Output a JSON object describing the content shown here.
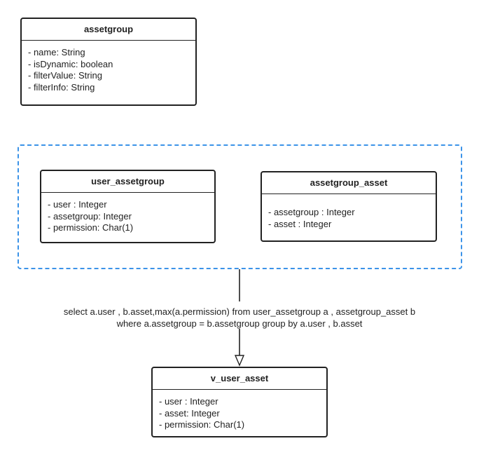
{
  "classes": {
    "assetgroup": {
      "title": "assetgroup",
      "attributes": [
        "- name: String",
        "- isDynamic: boolean",
        "- filterValue: String",
        "- filterInfo: String"
      ]
    },
    "user_assetgroup": {
      "title": "user_assetgroup",
      "attributes": [
        "- user : Integer",
        "- assetgroup: Integer",
        "- permission: Char(1)"
      ]
    },
    "assetgroup_asset": {
      "title": "assetgroup_asset",
      "attributes": [
        "- assetgroup : Integer",
        "- asset : Integer"
      ]
    },
    "v_user_asset": {
      "title": "v_user_asset",
      "attributes": [
        "- user : Integer",
        "- asset: Integer",
        "- permission: Char(1)"
      ]
    }
  },
  "connector": {
    "label_line1": "select a.user , b.asset,max(a.permission) from user_assetgroup a , assetgroup_asset b",
    "label_line2": "where a.assetgroup = b.assetgroup group by a.user , b.asset"
  },
  "colors": {
    "group_border": "#3c93e8",
    "line": "#222222"
  }
}
